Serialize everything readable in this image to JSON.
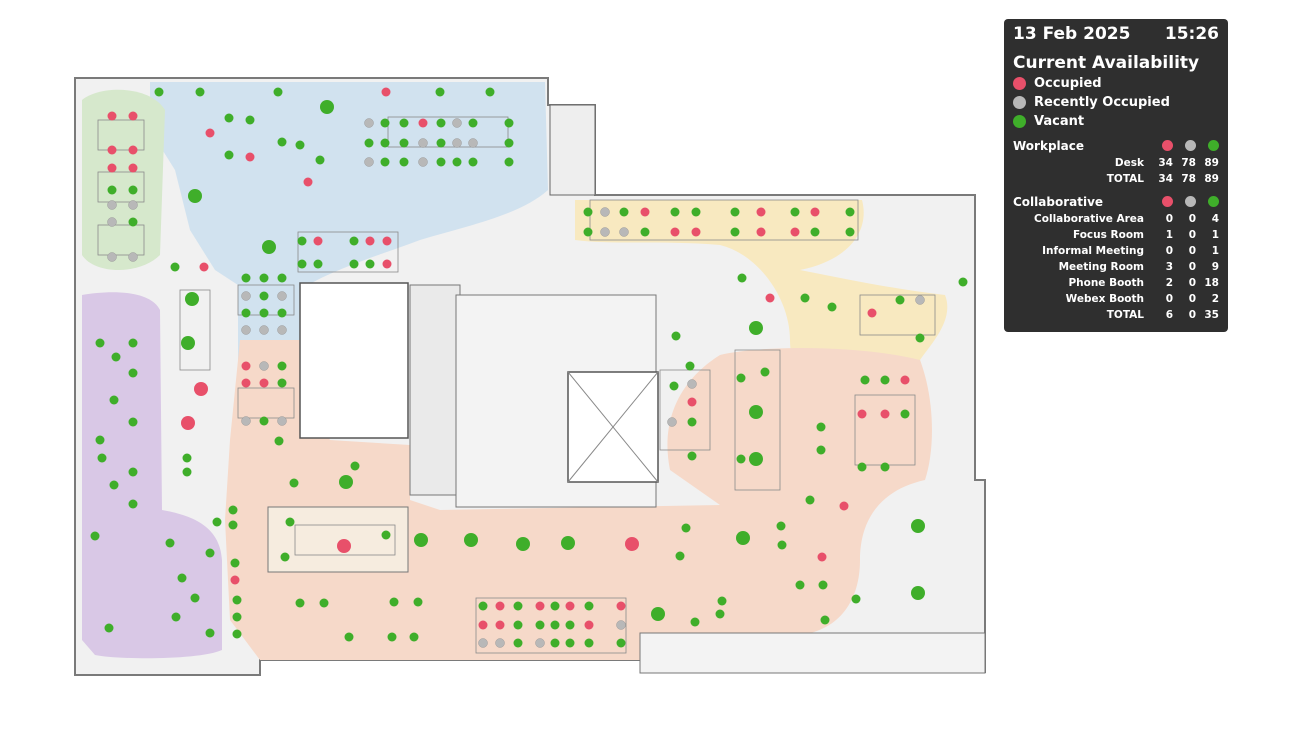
{
  "header": {
    "date": "13 Feb 2025",
    "time": "15:26"
  },
  "title": "Current Availability",
  "legend": [
    {
      "label": "Occupied",
      "color": "#e8506a"
    },
    {
      "label": "Recently Occupied",
      "color": "#b8b8b8"
    },
    {
      "label": "Vacant",
      "color": "#3fae2a"
    }
  ],
  "workplace": {
    "heading": "Workplace",
    "rows": [
      {
        "label": "Desk",
        "occupied": "34",
        "recent": "78",
        "vacant": "89"
      },
      {
        "label": "TOTAL",
        "occupied": "34",
        "recent": "78",
        "vacant": "89"
      }
    ]
  },
  "collaborative": {
    "heading": "Collaborative",
    "rows": [
      {
        "label": "Collaborative Area",
        "occupied": "0",
        "recent": "0",
        "vacant": "4"
      },
      {
        "label": "Focus Room",
        "occupied": "1",
        "recent": "0",
        "vacant": "1"
      },
      {
        "label": "Informal Meeting",
        "occupied": "0",
        "recent": "0",
        "vacant": "1"
      },
      {
        "label": "Meeting Room",
        "occupied": "3",
        "recent": "0",
        "vacant": "9"
      },
      {
        "label": "Phone Booth",
        "occupied": "2",
        "recent": "0",
        "vacant": "18"
      },
      {
        "label": "Webex Booth",
        "occupied": "0",
        "recent": "0",
        "vacant": "2"
      },
      {
        "label": "TOTAL",
        "occupied": "6",
        "recent": "0",
        "vacant": "35"
      }
    ]
  },
  "zones": [
    {
      "name": "zone-blue",
      "color": "#cfe0ee"
    },
    {
      "name": "zone-green",
      "color": "#d6e8cc"
    },
    {
      "name": "zone-yellow",
      "color": "#f8e9c0"
    },
    {
      "name": "zone-purple",
      "color": "#d9c8e6"
    },
    {
      "name": "zone-peach",
      "color": "#f6d9c9"
    }
  ]
}
